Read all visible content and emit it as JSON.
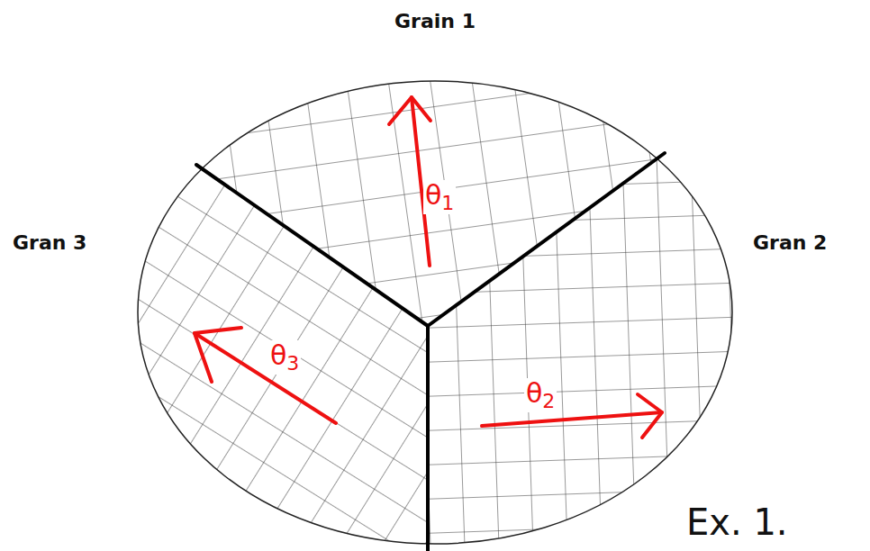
{
  "diagram": {
    "labels": [
      "Grain 1",
      "Gran 3",
      "Gran 2",
      "θ1",
      "θ2",
      "θ3",
      "Ex. 1."
    ]
  }
}
